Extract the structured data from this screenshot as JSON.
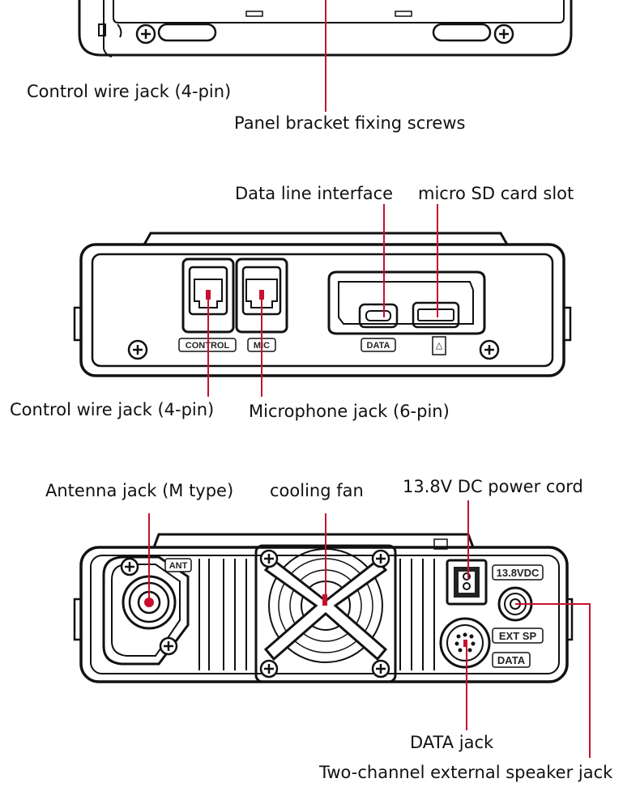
{
  "callouts": {
    "control_wire_jack_top": "Control wire jack (4-pin)",
    "panel_bracket_screws": "Panel bracket fixing screws",
    "data_line_interface": "Data line interface",
    "micro_sd_slot": "micro SD card slot",
    "control_wire_jack_mid": "Control wire jack (4-pin)",
    "microphone_jack": "Microphone jack (6-pin)",
    "antenna_jack": "Antenna jack (M type)",
    "cooling_fan": "cooling fan",
    "dc_power_cord": "13.8V DC power cord",
    "data_jack": "DATA jack",
    "ext_speaker_jack": "Two-channel external speaker jack"
  },
  "panel_labels": {
    "control": "CONTROL",
    "mic": "MIC",
    "data": "DATA",
    "ant": "ANT",
    "dc": "13.8VDC",
    "ext_sp": "EXT SP",
    "data_rear": "DATA"
  },
  "colors": {
    "leader_line": "#c8102e",
    "outline": "#111111"
  }
}
